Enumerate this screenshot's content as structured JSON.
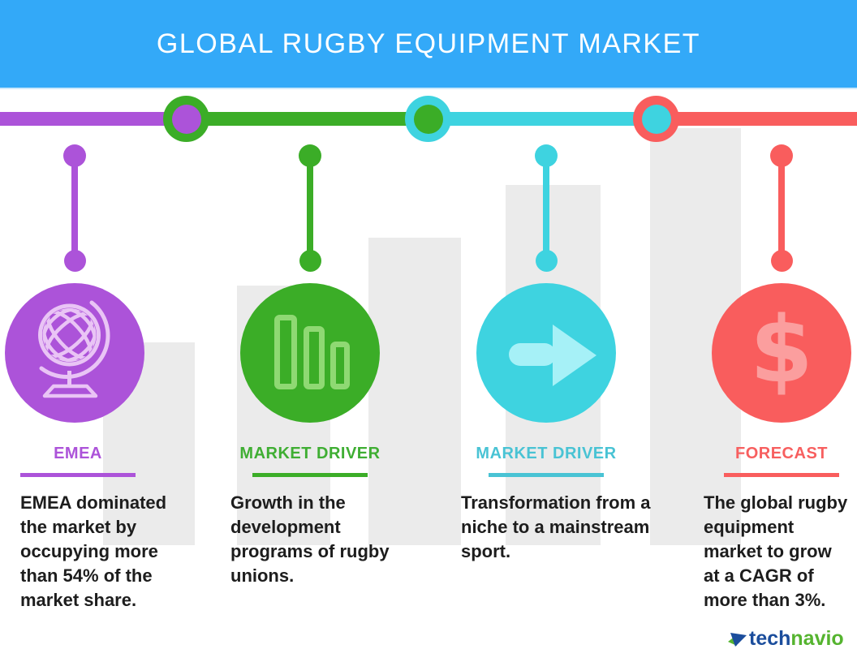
{
  "header": {
    "title": "GLOBAL RUGBY EQUIPMENT MARKET",
    "background_color": "#33A9F8",
    "text_color": "#FFFFFF"
  },
  "timeline": {
    "segment_colors": [
      "#AC53D9",
      "#3BAD27",
      "#3ED3E0",
      "#F95D5D"
    ],
    "node_count": 3
  },
  "background": {
    "bar_color": "#EBEBEB",
    "bar_count": 5,
    "body_text_color": "#1D1D1D"
  },
  "columns": [
    {
      "heading": "EMEA",
      "body": "EMEA dominated\nthe market by\noccupying more\nthan 54% of the\nmarket share.",
      "color": "#AC53D9",
      "icon_color": "#E9C4F5",
      "icon": "globe-icon"
    },
    {
      "heading": "MARKET DRIVER",
      "body": "Growth in the\ndevelopment\nprograms of rugby\nunions.",
      "color": "#3BAD27",
      "icon_color": "#8FD973",
      "icon": "bar-chart-icon"
    },
    {
      "heading": "MARKET DRIVER",
      "body": "Transformation from a\nniche to a mainstream\nsport.",
      "color": "#3ED3E0",
      "heading_color": "#49C3D4",
      "icon_color": "#A6F1F7",
      "icon": "arrow-right-icon"
    },
    {
      "heading": "FORECAST",
      "body": "The global rugby\nequipment\nmarket to grow\nat a CAGR of\nmore than 3%.",
      "color": "#F95D5D",
      "icon_color": "#FB9E9E",
      "icon": "dollar-icon",
      "icon_glyph": "$"
    }
  ],
  "footer": {
    "logo_text_1": "tech",
    "logo_text_2": "navio",
    "logo_color_1": "#1B4D9C",
    "logo_color_2": "#55B42F"
  }
}
